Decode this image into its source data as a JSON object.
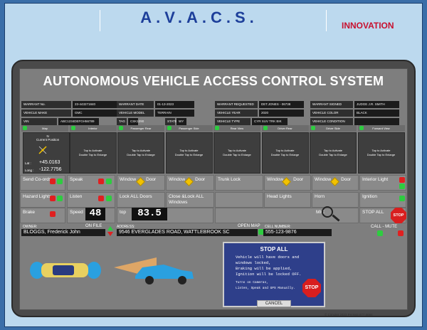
{
  "header": {
    "title": "A.V.A.C.S.",
    "innovation": "INNOVATION"
  },
  "panel_title": "AUTONOMOUS VEHICLE ACCESS CONTROL SYSTEM",
  "info": [
    {
      "label": "WARRANT No.",
      "value": "23-443271840"
    },
    {
      "label": "WARRANT DATE",
      "value": "01-13-2023"
    },
    {
      "label": "WARRANT REQUESTED",
      "value": "DET.JONES - 06738"
    },
    {
      "label": "WARRANT SIGNED",
      "value": "JUDGE J.R. SMITH"
    },
    {
      "label": "VEHICLE MAKE",
      "value": "GMC"
    },
    {
      "label": "VEHICLE MODEL",
      "value": "TERRAIN"
    },
    {
      "label": "VEHICLE YEAR",
      "value": "2020"
    },
    {
      "label": "VEHICLE COLOR",
      "value": "BLACK"
    },
    {
      "label": "VIN",
      "value": "ABC1234DEFGH56789"
    },
    {
      "label": "TAG",
      "value": "CSK1290"
    },
    {
      "label": "STATE",
      "value": "WY"
    },
    {
      "label": "VEHICLE TYPE",
      "value": "CYR  SUV  TRK  BIK"
    },
    {
      "label": "VEHICLE CONDITION",
      "value": ""
    }
  ],
  "cameras": [
    "Map",
    "Interior",
    "Passenger Rear",
    "Passenger Side",
    "Rear View",
    "Driver Rear",
    "Driver Side",
    "Forward View"
  ],
  "map": {
    "label": "N\nCurrent Position",
    "lat_label": "Lat :",
    "lat": "+45.0163",
    "lng_label": "Long :",
    "lng": "-122.7756"
  },
  "cam_hint": "Tap to Activate\nDouble Tap to Enlarge",
  "controls": {
    "send_coords": "Send Co-ords",
    "speak": "Speak",
    "window1": "Window",
    "door1": "Door",
    "window2": "Window",
    "door2": "Door",
    "trunk": "Trunk Lock",
    "window3": "Window",
    "door3": "Door",
    "window4": "Window",
    "door4": "Door",
    "interior_light": "Interior Light",
    "hazard": "Hazard Lights",
    "listen": "Listen",
    "lock_all": "Lock ALL Doors",
    "close_lock": "Close &Lock ALL Windows",
    "head_lights": "Head Lights",
    "horn": "Horn",
    "ignition": "Ignition",
    "brake": "Brake",
    "speed_label": "Speed",
    "speed": "48",
    "top_label": "top",
    "top": "83.5",
    "mic": "MIC",
    "stop_all": "STOP ALL",
    "stop_sign": "STOP"
  },
  "owner": {
    "label": "OWNER:",
    "onfile": "ON FILE",
    "name": "BLOGGS, Frederick John"
  },
  "address": {
    "label": "ADDRESS:",
    "openmap": "OPEN MAP",
    "value": "9546 EVERGLADES ROAD, WATTLEBROOK SC"
  },
  "cell": {
    "label": "CELL NUMBER:",
    "value": "555-123-9876"
  },
  "callmute": {
    "call": "CALL",
    "sep": "-",
    "mute": "MUTE"
  },
  "stop_dialog": {
    "title": "STOP ALL",
    "line1": "Vehicle will have doors and",
    "line2": "windows locked,",
    "line3": "Braking will be applied,",
    "line4": "Ignition will be locked OFF.",
    "line5": "Turns on Cameras,",
    "line6": "Listen, Speak and GPS Manually.",
    "stop": "STOP",
    "cancel": "CANCEL"
  },
  "footer": "© Cirnolet 2023 PH 843.677.6684"
}
